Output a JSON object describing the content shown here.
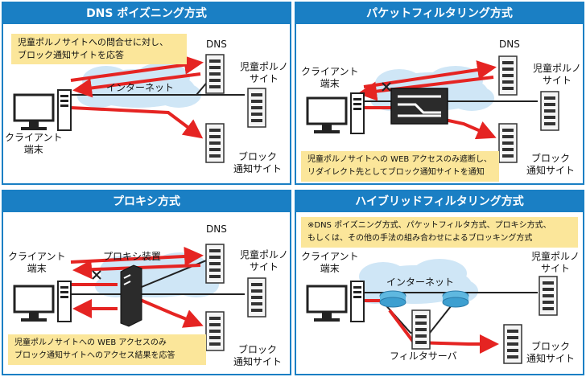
{
  "panels": {
    "dns": {
      "title": "DNS ポイズニング方式",
      "note_line1": "児童ポルノサイトへの問合せに対し、",
      "note_line2": "ブロック通知サイトを応答",
      "dns_label": "DNS",
      "cloud_label": "インターネット",
      "client_line1": "クライアント",
      "client_line2": "端末",
      "porn_line1": "児童ポルノ",
      "porn_line2": "サイト",
      "block_line1": "ブロック",
      "block_line2": "通知サイト"
    },
    "packet": {
      "title": "パケットフィルタリング方式",
      "dns_label": "DNS",
      "client_line1": "クライアント",
      "client_line2": "端末",
      "porn_line1": "児童ポルノ",
      "porn_line2": "サイト",
      "block_line1": "ブロック",
      "block_line2": "通知サイト",
      "note_line1": "児童ポルノサイトへの WEB アクセスのみ遮断し、",
      "note_line2": "リダイレクト先としてブロック通知サイトを通知"
    },
    "proxy": {
      "title": "プロキシ方式",
      "dns_label": "DNS",
      "client_line1": "クライアント",
      "client_line2": "端末",
      "proxy_label": "プロキシ装置",
      "porn_line1": "児童ポルノ",
      "porn_line2": "サイト",
      "block_line1": "ブロック",
      "block_line2": "通知サイト",
      "note_line1": "児童ポルノサイトへの WEB アクセスのみ",
      "note_line2": "ブロック通知サイトへのアクセス結果を応答"
    },
    "hybrid": {
      "title": "ハイブリッドフィルタリング方式",
      "note_line1": "※DNS ポイズニング方式、パケットフィルタ方式、プロキシ方式、",
      "note_line2": "もしくは、その他の手法の組み合わせによるブロッキング方式",
      "client_line1": "クライアント",
      "client_line2": "端末",
      "cloud_label": "インターネット",
      "porn_line1": "児童ポルノ",
      "porn_line2": "サイト",
      "filter_label": "フィルタサーバ",
      "block_line1": "ブロック",
      "block_line2": "通知サイト"
    }
  },
  "colors": {
    "frame": "#1a7fc4",
    "arrow": "#e52422",
    "note": "#fbe69a",
    "cloud": "#cfe6f6",
    "router": "#5fb8e0"
  },
  "icons": [
    "computer-icon",
    "server-icon",
    "cloud-shape",
    "filter-device-icon",
    "proxy-device-icon",
    "router-icon",
    "x-mark-icon"
  ]
}
